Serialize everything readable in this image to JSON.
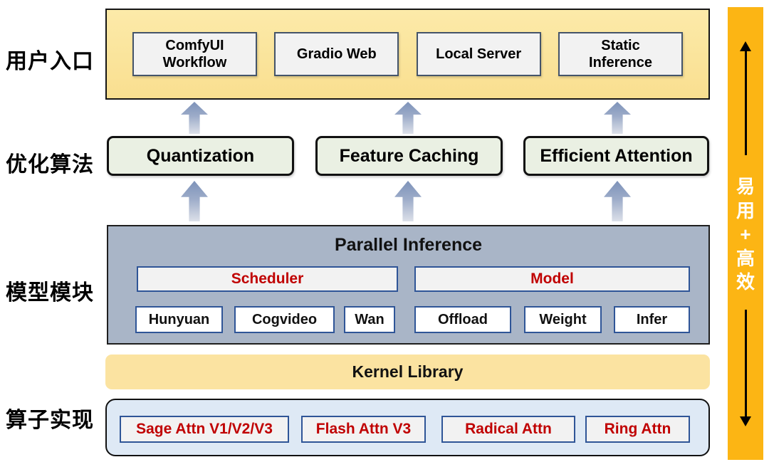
{
  "palette": {
    "entry_fill": "#FAE298",
    "card_fill": "#F2F2F2",
    "card_border": "#44546A",
    "algo_fill": "#EAF0E3",
    "parallel_fill": "#A9B5C7",
    "blue_border": "#2F5597",
    "red_text": "#C00000",
    "kernel_fill": "#FBE3A1",
    "operator_fill": "#DEE9F5",
    "side_bar_fill": "#FCB514",
    "arrow_gradient_top": "#7D92B9",
    "arrow_gradient_bottom": "#DCE0E9"
  },
  "layers": {
    "user_entry": {
      "label": "用户入口",
      "items": [
        "ComfyUI Workflow",
        "Gradio Web",
        "Local Server",
        "Static Inference"
      ]
    },
    "optimization": {
      "label": "优化算法",
      "items": [
        "Quantization",
        "Feature Caching",
        "Efficient Attention"
      ]
    },
    "model_module": {
      "label": "模型模块",
      "title": "Parallel Inference",
      "scheduler": {
        "header": "Scheduler",
        "items": [
          "Hunyuan",
          "Cogvideo",
          "Wan"
        ]
      },
      "model": {
        "header": "Model",
        "items": [
          "Offload",
          "Weight",
          "Infer"
        ]
      }
    },
    "kernel": {
      "title": "Kernel Library"
    },
    "operators": {
      "label": "算子实现",
      "items": [
        "Sage Attn V1/V2/V3",
        "Flash Attn V3",
        "Radical Attn",
        "Ring Attn"
      ]
    }
  },
  "side_bar": {
    "text": "易用 + 高效",
    "chars": [
      "易",
      "用",
      "+",
      "高",
      "效"
    ]
  }
}
